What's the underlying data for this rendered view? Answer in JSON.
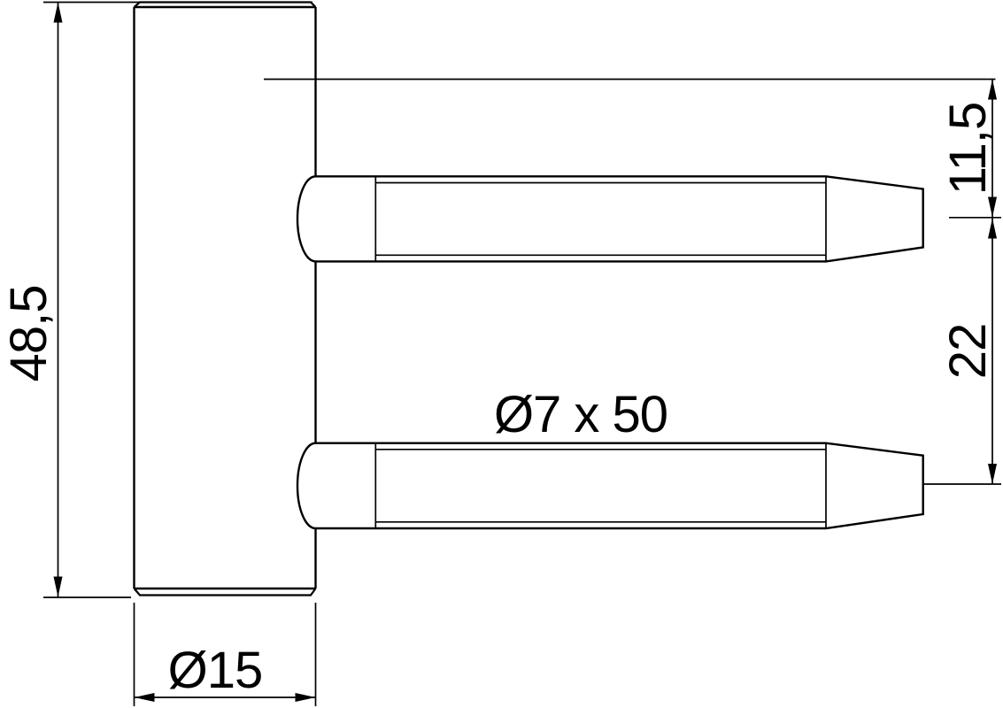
{
  "page": {
    "background": "#ffffff"
  },
  "drawing": {
    "stroke_color": "#000000",
    "label_pin_spec": "Ø7 x 50",
    "dim_overall_height": "48,5",
    "dim_barrel_diameter": "Ø15",
    "dim_pin_top_offset": "11,5",
    "dim_pin_spacing": "22"
  }
}
